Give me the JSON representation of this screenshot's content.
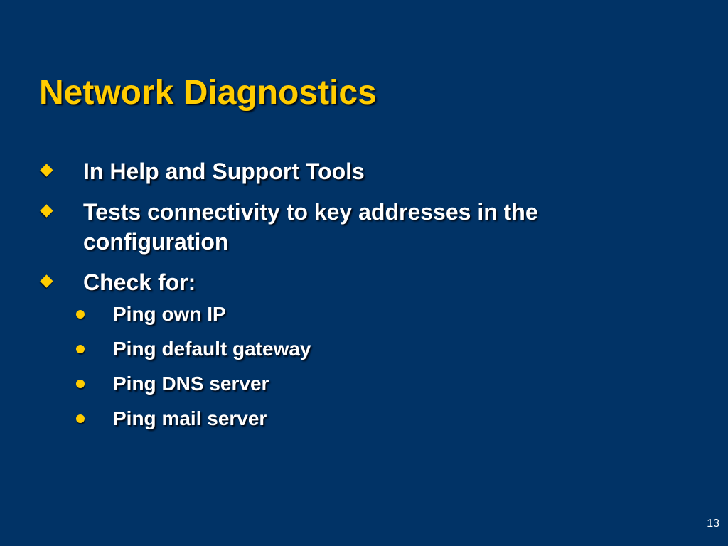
{
  "slide": {
    "title": "Network Diagnostics",
    "bullets": [
      {
        "text": "In Help and Support Tools"
      },
      {
        "text": "Tests connectivity to key addresses in the configuration"
      },
      {
        "text": "Check for:",
        "sub": [
          {
            "text": "Ping own IP"
          },
          {
            "text": "Ping default gateway"
          },
          {
            "text": "Ping DNS server"
          },
          {
            "text": "Ping mail server"
          }
        ]
      }
    ],
    "page_number": "13"
  },
  "colors": {
    "background": "#003366",
    "title": "#ffcc00",
    "text": "#ffffff",
    "bullet_marker": "#ffcc00"
  },
  "icons": {
    "level1_bullet": "diamond-bullet-icon",
    "level2_bullet": "circle-bullet-icon"
  }
}
